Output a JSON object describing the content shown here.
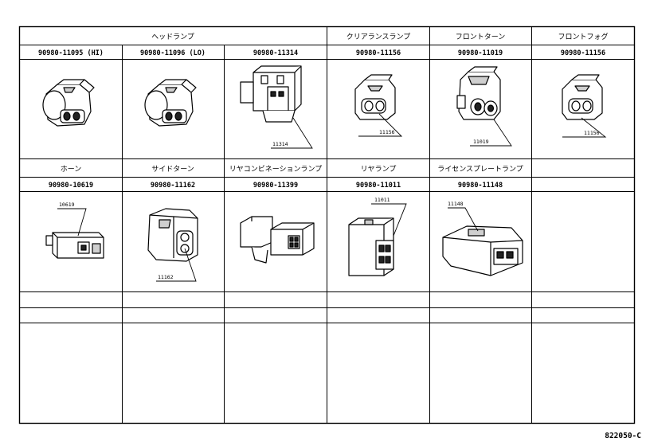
{
  "diagram_code": "822050-C",
  "row1": {
    "headers": [
      {
        "text": "ヘッドランプ"
      },
      {
        "text": "クリアランスランプ"
      },
      {
        "text": "フロントターン"
      },
      {
        "text": "フロントフォグ"
      }
    ],
    "part_numbers": [
      "90980-11095 (HI)",
      "90980-11096 (LO)",
      "90980-11314",
      "90980-11156",
      "90980-11019",
      "90980-11156"
    ],
    "callouts": [
      "11314",
      "11156",
      "11019",
      "11156"
    ]
  },
  "row2": {
    "headers": [
      "ホーン",
      "サイドターン",
      "リヤコンビネーションランプ",
      "リヤランプ",
      "ライセンスプレートランプ",
      ""
    ],
    "part_numbers": [
      "90980-10619",
      "90980-11162",
      "90980-11399",
      "90980-11011",
      "90980-11148",
      ""
    ],
    "callouts": [
      "10619",
      "11162",
      "11011",
      "11148"
    ]
  }
}
